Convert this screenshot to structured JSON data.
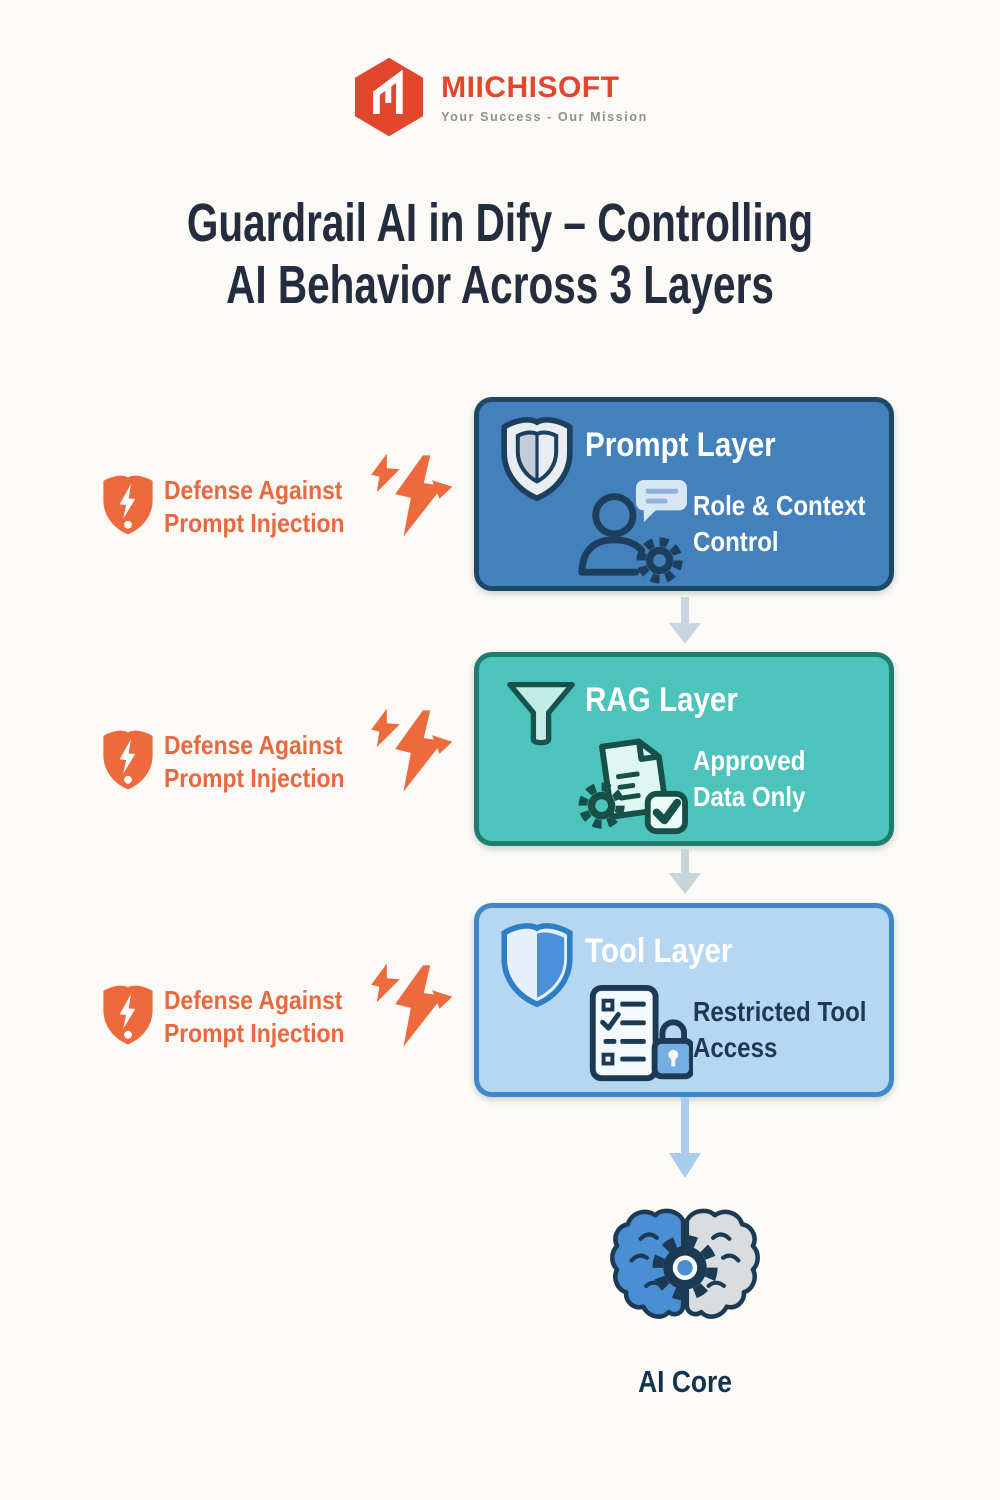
{
  "logo": {
    "name": "MIICHISOFT",
    "tagline": "Your Success - Our Mission",
    "brand_color": "#e2472e",
    "tagline_color": "#8f8f8f"
  },
  "title": {
    "line1": "Guardrail AI in Dify – Controlling",
    "line2": "AI Behavior Across 3 Layers",
    "color": "#232d3e"
  },
  "defense": {
    "line1": "Defense Against",
    "line2": "Prompt Injection",
    "text_color": "#e8693f",
    "accent_color": "#ec6a3c"
  },
  "layers": [
    {
      "title": "Prompt Layer",
      "description_line1": "Role & Context",
      "description_line2": "Control",
      "bg_color": "#4380bc",
      "border_color": "#1c4a66",
      "title_color": "#ffffff",
      "description_color": "#ffffff",
      "icon": "shield-icon",
      "content_icon": "user-chat-gear-icon"
    },
    {
      "title": "RAG Layer",
      "description_line1": "Approved",
      "description_line2": "Data Only",
      "bg_color": "#4cc4bb",
      "border_color": "#1f7e72",
      "title_color": "#ffffff",
      "description_color": "#ffffff",
      "icon": "funnel-icon",
      "content_icon": "document-gear-check-icon"
    },
    {
      "title": "Tool Layer",
      "description_line1": "Restricted Tool",
      "description_line2": "Access",
      "bg_color": "#b5d7f2",
      "border_color": "#3e87c8",
      "title_color": "#ffffff",
      "description_color": "#1e3a52",
      "icon": "shield-icon",
      "content_icon": "checklist-lock-icon"
    }
  ],
  "flow_arrows": {
    "arrow_1_color": "#c9d5e1",
    "arrow_2_color": "#c7d5da",
    "arrow_3_color": "#a9cbec"
  },
  "ai_core": {
    "label": "AI Core",
    "label_color": "#16334c",
    "brain_left_color": "#4a8fd4",
    "brain_right_color": "#d9dde0",
    "gear_color": "#1d3a55"
  }
}
